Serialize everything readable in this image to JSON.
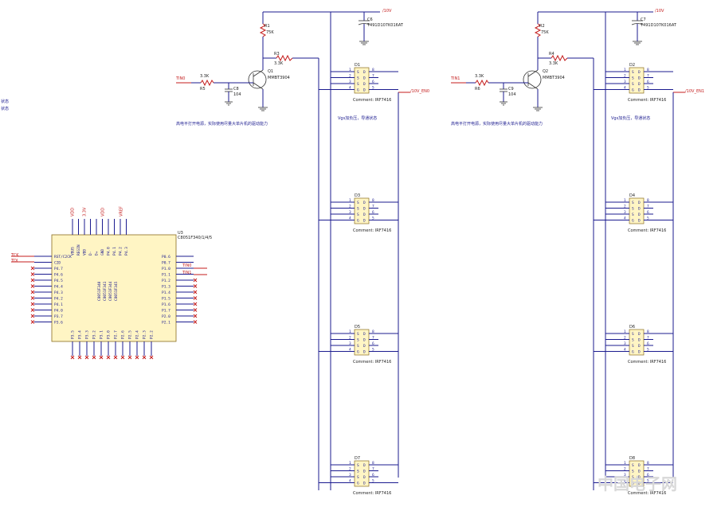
{
  "nets": {
    "supply": "/10V",
    "en0": "/10V_EN0",
    "en1": "/10V_EN1",
    "in0": "TIN0",
    "in1": "TIN1",
    "ext_left": [
      "TCK",
      "TDI"
    ],
    "ext_mid": [
      "TIN0",
      "TIN1"
    ],
    "mcu_power": [
      "VDD",
      "3.3V",
      "VDD",
      "VREF"
    ]
  },
  "stage0": {
    "r_pull": {
      "ref": "R1",
      "value": "75K"
    },
    "r_bias": {
      "ref": "R3",
      "value": "3.3K"
    },
    "r_in": {
      "ref": "R5",
      "value": "3.3K"
    },
    "cap_in": {
      "ref": "C8",
      "value": "104"
    },
    "cap_bulk": {
      "ref": "C6",
      "value": "T491D107K016AT"
    },
    "transistor": {
      "ref": "Q1",
      "part": "MMBT3904"
    },
    "note_left": "高电平打开电源，实际使用尽量大单片机的驱动能力",
    "note_right": "Vgs加负压，导通状态",
    "mosfets": [
      {
        "ref": "D1",
        "comment": "Comment: IRF7416"
      },
      {
        "ref": "D3",
        "comment": "Comment: IRF7416"
      },
      {
        "ref": "D5",
        "comment": "Comment: IRF7416"
      },
      {
        "ref": "D7",
        "comment": "Comment: IRF7416"
      }
    ]
  },
  "stage1": {
    "r_pull": {
      "ref": "R2",
      "value": "75K"
    },
    "r_bias": {
      "ref": "R4",
      "value": "3.3K"
    },
    "r_in": {
      "ref": "R6",
      "value": "3.3K"
    },
    "cap_in": {
      "ref": "C9",
      "value": "104"
    },
    "cap_bulk": {
      "ref": "C7",
      "value": "T491D107K016AT"
    },
    "transistor": {
      "ref": "Q2",
      "part": "MMBT3904"
    },
    "note_left": "高电平打开电源，实际使用尽量大单片机的驱动能力",
    "note_right": "Vgs加负压，导通状态",
    "mosfets": [
      {
        "ref": "D2",
        "comment": "Comment: IRF7416"
      },
      {
        "ref": "D4",
        "comment": "Comment: IRF7416"
      },
      {
        "ref": "D6",
        "comment": "Comment: IRF7416"
      },
      {
        "ref": "D8",
        "comment": "Comment: IRF7416"
      }
    ]
  },
  "mosfet_pins": {
    "left": [
      "S",
      "S",
      "S",
      "G"
    ],
    "right": [
      "D",
      "D",
      "D",
      "D"
    ],
    "left_num": [
      "1",
      "2",
      "3",
      "4"
    ],
    "right_num": [
      "8",
      "7",
      "6",
      "5"
    ]
  },
  "mcu": {
    "ref": "U3",
    "part": "C8051F340/1/4/5",
    "center_text": [
      "C8051F340",
      "C8051F341",
      "C8051F344",
      "C8051F345"
    ],
    "top_pins": [
      "VBUS",
      "REGIN",
      "VDD",
      "D-",
      "D+",
      "GND",
      "P4.0",
      "P4.1",
      "P4.2",
      "P4.3"
    ],
    "left_pins": [
      "RST/C2CK",
      "C2D",
      "P4.7",
      "P4.6",
      "P4.5",
      "P4.4",
      "P4.3",
      "P4.2",
      "P4.1",
      "P4.0",
      "P3.7",
      "P3.6"
    ],
    "right_pins": [
      "P0.6",
      "P0.7",
      "P1.0",
      "P1.1",
      "P1.2",
      "P1.3",
      "P1.4",
      "P1.5",
      "P1.6",
      "P1.7",
      "P2.0",
      "P2.1"
    ],
    "bottom_pins": [
      "P3.5",
      "P3.4",
      "P3.3",
      "P3.2",
      "P3.1",
      "P3.0",
      "P2.7",
      "P2.6",
      "P2.5",
      "P2.4",
      "P2.3",
      "P2.2"
    ]
  },
  "edge_notes": [
    "状态",
    "状态"
  ],
  "watermark": "中国电子网"
}
